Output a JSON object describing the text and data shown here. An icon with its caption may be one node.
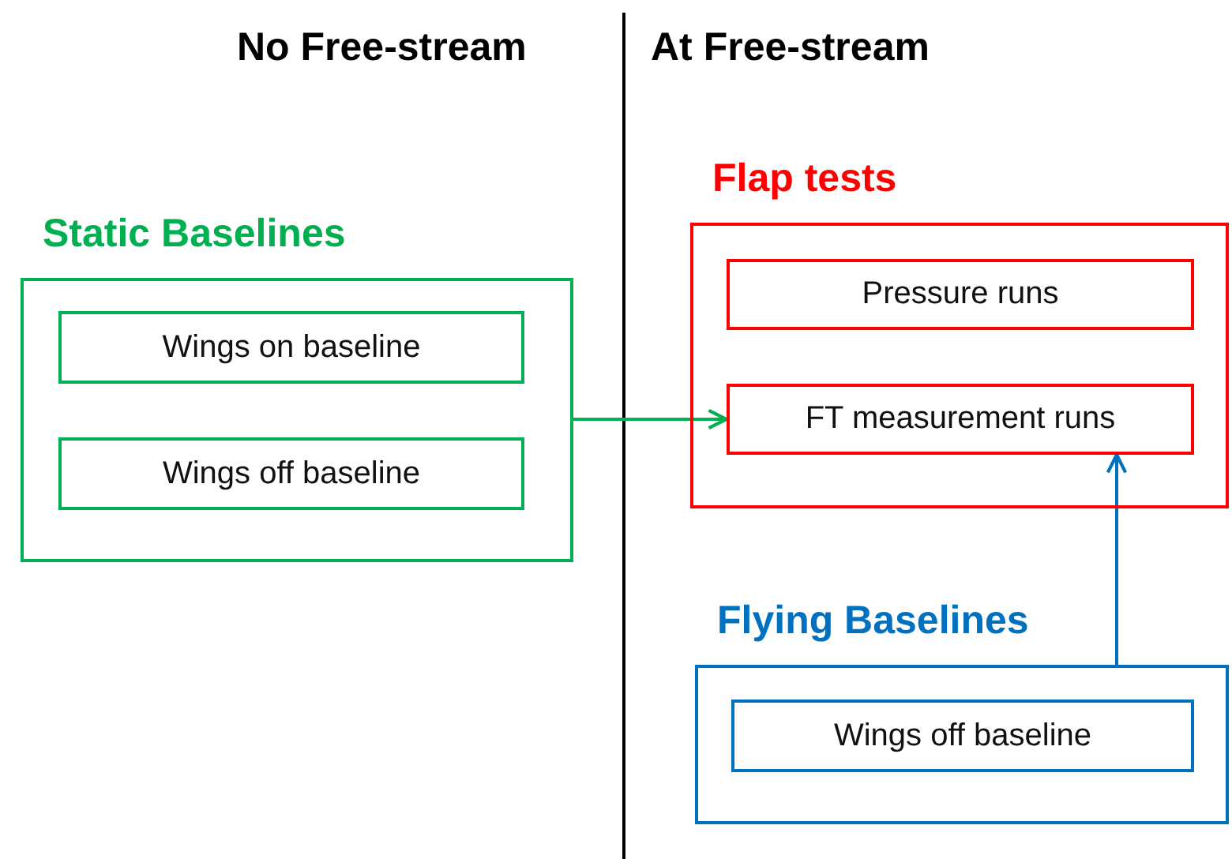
{
  "diagram": {
    "nodes": [
      {
        "text": [
          "Static Baselines"
        ]
      },
      {
        "text": [
          "Wings on baseline"
        ],
        "in": 0
      },
      {
        "text": [
          "Wings off baseline"
        ],
        "in": 0
      },
      {
        "text": [
          "Flap tests"
        ]
      },
      {
        "text": [
          "Pressure runs"
        ],
        "in": 3
      },
      {
        "text": [
          "FT measurement runs"
        ],
        "in": 3
      },
      {
        "text": [
          "Flying Baselines"
        ]
      },
      {
        "text": [
          "Wings off baseline"
        ],
        "in": 6
      }
    ],
    "edges": [
      {
        "from": 0,
        "to": 5,
        "arrow": "to",
        "color": "#00b050"
      },
      {
        "from": 6,
        "to": 5,
        "arrow": "to",
        "color": "#0070c0"
      }
    ],
    "labels": [
      "No Free-stream",
      "At Free-stream"
    ]
  }
}
